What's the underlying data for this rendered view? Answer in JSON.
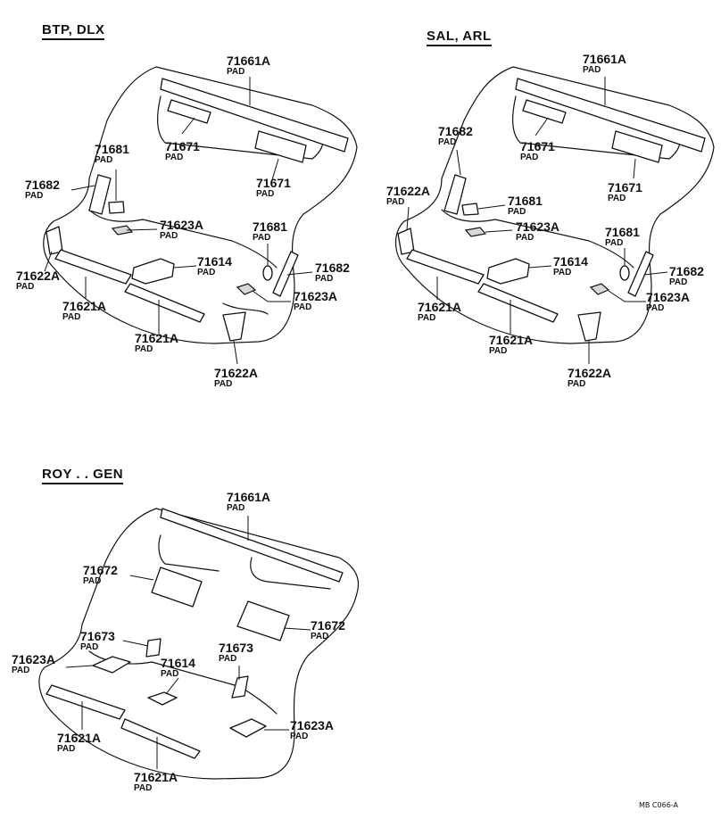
{
  "sections": [
    {
      "title": "BTP, DLX"
    },
    {
      "title": "SAL, ARL"
    },
    {
      "title": "ROY . . GEN"
    }
  ],
  "pad_word": "PAD",
  "labels_btp": [
    {
      "num": "71661A",
      "pad": "PAD"
    },
    {
      "num": "71681",
      "pad": "PAD"
    },
    {
      "num": "71671",
      "pad": "PAD"
    },
    {
      "num": "71682",
      "pad": "PAD"
    },
    {
      "num": "71671",
      "pad": "PAD"
    },
    {
      "num": "71623A",
      "pad": "PAD"
    },
    {
      "num": "71681",
      "pad": "PAD"
    },
    {
      "num": "71614",
      "pad": "PAD"
    },
    {
      "num": "71682",
      "pad": "PAD"
    },
    {
      "num": "71622A",
      "pad": "PAD"
    },
    {
      "num": "71623A",
      "pad": "PAD"
    },
    {
      "num": "71621A",
      "pad": "PAD"
    },
    {
      "num": "71621A",
      "pad": "PAD"
    },
    {
      "num": "71622A",
      "pad": "PAD"
    }
  ],
  "labels_sal": [
    {
      "num": "71661A",
      "pad": "PAD"
    },
    {
      "num": "71682",
      "pad": "PAD"
    },
    {
      "num": "71671",
      "pad": "PAD"
    },
    {
      "num": "71622A",
      "pad": "PAD"
    },
    {
      "num": "71681",
      "pad": "PAD"
    },
    {
      "num": "71671",
      "pad": "PAD"
    },
    {
      "num": "71623A",
      "pad": "PAD"
    },
    {
      "num": "71681",
      "pad": "PAD"
    },
    {
      "num": "71614",
      "pad": "PAD"
    },
    {
      "num": "71682",
      "pad": "PAD"
    },
    {
      "num": "71623A",
      "pad": "PAD"
    },
    {
      "num": "71621A",
      "pad": "PAD"
    },
    {
      "num": "71621A",
      "pad": "PAD"
    },
    {
      "num": "71622A",
      "pad": "PAD"
    }
  ],
  "labels_roy": [
    {
      "num": "71661A",
      "pad": "PAD"
    },
    {
      "num": "71672",
      "pad": "PAD"
    },
    {
      "num": "71672",
      "pad": "PAD"
    },
    {
      "num": "71673",
      "pad": "PAD"
    },
    {
      "num": "71673",
      "pad": "PAD"
    },
    {
      "num": "71623A",
      "pad": "PAD"
    },
    {
      "num": "71614",
      "pad": "PAD"
    },
    {
      "num": "71623A",
      "pad": "PAD"
    },
    {
      "num": "71621A",
      "pad": "PAD"
    },
    {
      "num": "71621A",
      "pad": "PAD"
    }
  ],
  "footer": "MB C066-A"
}
